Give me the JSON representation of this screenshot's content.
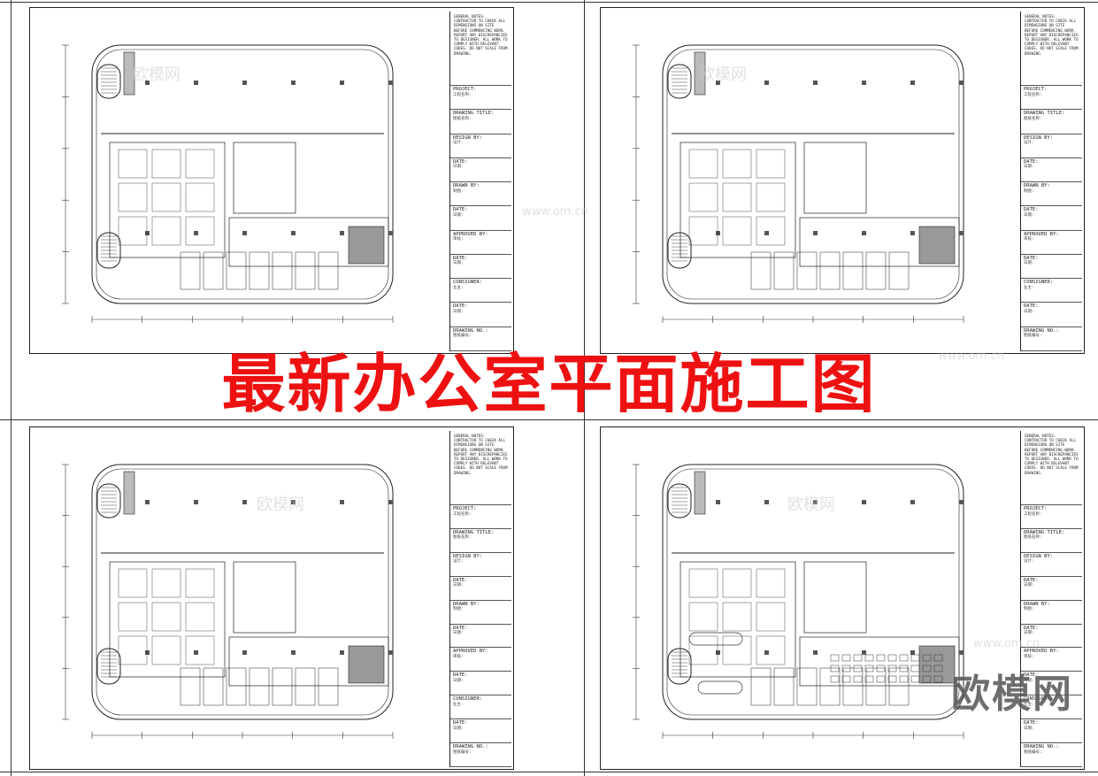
{
  "headline": "最新办公室平面施工图",
  "logo": "欧模网",
  "watermarks": [
    "欧模网",
    "www.om.cn"
  ],
  "title_block": {
    "notes": "GENERAL NOTES: CONTRACTOR TO CHECK ALL DIMENSIONS ON SITE BEFORE COMMENCING WORK. REPORT ANY DISCREPANCIES TO DESIGNER. ALL WORK TO COMPLY WITH RELEVANT CODES. DO NOT SCALE FROM DRAWING.",
    "rows": [
      {
        "label": "PROJECT:",
        "value": "工程名称:"
      },
      {
        "label": "DRAWING TITLE:",
        "value": "图纸名称:"
      },
      {
        "label": "DESIGN BY:",
        "value": "设计:"
      },
      {
        "label": "DATE:",
        "value": "日期:"
      },
      {
        "label": "DRAWN BY:",
        "value": "制图:"
      },
      {
        "label": "DATE:",
        "value": "日期:"
      },
      {
        "label": "APPROVED BY:",
        "value": "审核:"
      },
      {
        "label": "DATE:",
        "value": "日期:"
      },
      {
        "label": "CONSIGNER:",
        "value": "业主:"
      },
      {
        "label": "DATE:",
        "value": "日期:"
      },
      {
        "label": "DRAWING NO.:",
        "value": "图纸编号:"
      }
    ]
  },
  "sheets": [
    {
      "id": "top-left"
    },
    {
      "id": "top-right"
    },
    {
      "id": "bottom-left"
    },
    {
      "id": "bottom-right"
    }
  ],
  "colors": {
    "headline": "#ee1111",
    "line": "#222222",
    "paper": "#ffffff"
  }
}
